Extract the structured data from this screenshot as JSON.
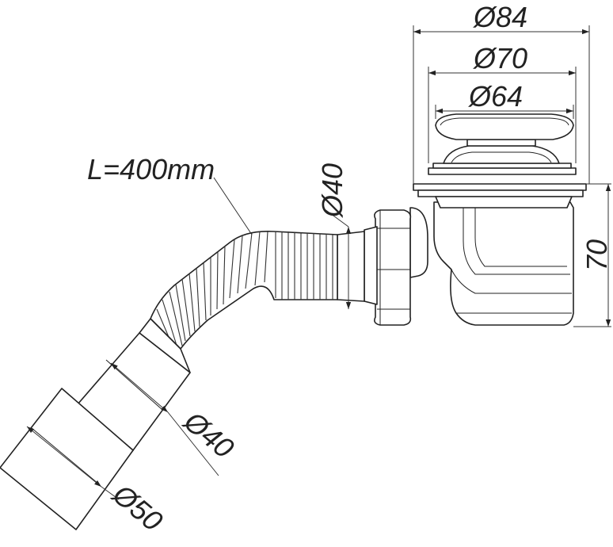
{
  "drawing": {
    "length_label": "L=400mm",
    "hose_diameter_label": "Ø40",
    "outlet_inner_label": "Ø40",
    "outlet_outer_label": "Ø50",
    "top_outer_label": "Ø84",
    "top_middle_label": "Ø70",
    "top_inner_label": "Ø64",
    "height_label": "70"
  },
  "colors": {
    "line": "#222222",
    "background": "#ffffff"
  }
}
